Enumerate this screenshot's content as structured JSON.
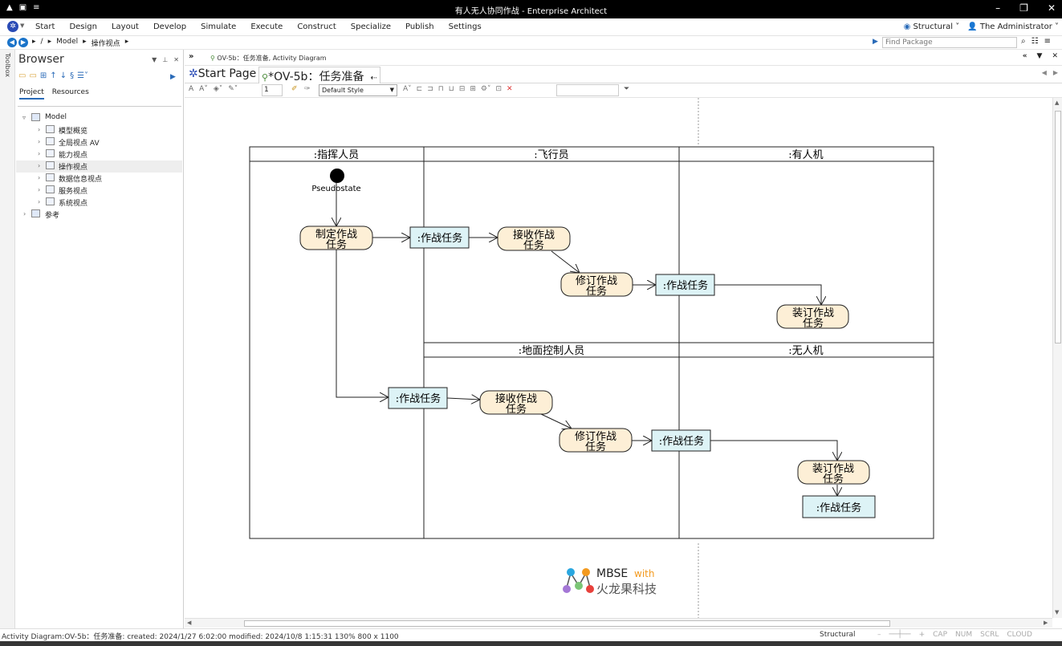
{
  "window": {
    "title": "有人无人协同作战 - Enterprise Architect"
  },
  "menu": {
    "items": [
      "Start",
      "Design",
      "Layout",
      "Develop",
      "Simulate",
      "Execute",
      "Construct",
      "Specialize",
      "Publish",
      "Settings"
    ],
    "perspective": "Structural",
    "user": "The Administrator"
  },
  "nav": {
    "crumbs": [
      "/",
      "Model",
      "操作视点"
    ],
    "find_placeholder": "Find Package"
  },
  "toolbox": {
    "label": "Toolbox"
  },
  "browser": {
    "title": "Browser",
    "tabs": [
      "Project",
      "Resources"
    ],
    "root": "Model",
    "items": [
      "模型概览",
      "全局视点 AV",
      "能力视点",
      "操作视点",
      "数据信息视点",
      "服务视点",
      "系统视点"
    ],
    "second_root": "参考"
  },
  "tabs": {
    "top_tab": "OV-5b：任务准备, Activity Diagram",
    "start_page": "Start Page",
    "active_doc": "*OV-5b：任务准备"
  },
  "diagram_toolbar": {
    "line_width": "1",
    "style": "Default Style"
  },
  "diagram": {
    "lanes": {
      "commander": ":指挥人员",
      "pilot": ":飞行员",
      "manned": ":有人机",
      "ground": ":地面控制人员",
      "unmanned": ":无人机"
    },
    "initial_label": "Pseudostate",
    "actions": {
      "formulate": [
        "制定作战",
        "任务"
      ],
      "receive": [
        "接收作战",
        "任务"
      ],
      "revise": [
        "修订作战",
        "任务"
      ],
      "load": [
        "装订作战",
        "任务"
      ]
    },
    "object_label": ":作战任务",
    "logo_text": "MBSE",
    "logo_with": "with",
    "logo_cn": "火龙果科技"
  },
  "status": {
    "info": "Activity Diagram:OV-5b：任务准备:   created: 2024/1/27 6:02:00  modified: 2024/10/8 1:15:31   130%   800 x 1100",
    "perspective": "Structural",
    "indicators": [
      "CAP",
      "NUM",
      "SCRL",
      "CLOUD"
    ]
  },
  "colors": {
    "action_fill": "#fdefd6",
    "object_fill": "#ddf3f6",
    "logo_blue": "#2aa7e0",
    "logo_orange": "#f39a1f",
    "logo_green": "#7cc576",
    "logo_purple": "#a477d6",
    "logo_red": "#e8413c"
  }
}
